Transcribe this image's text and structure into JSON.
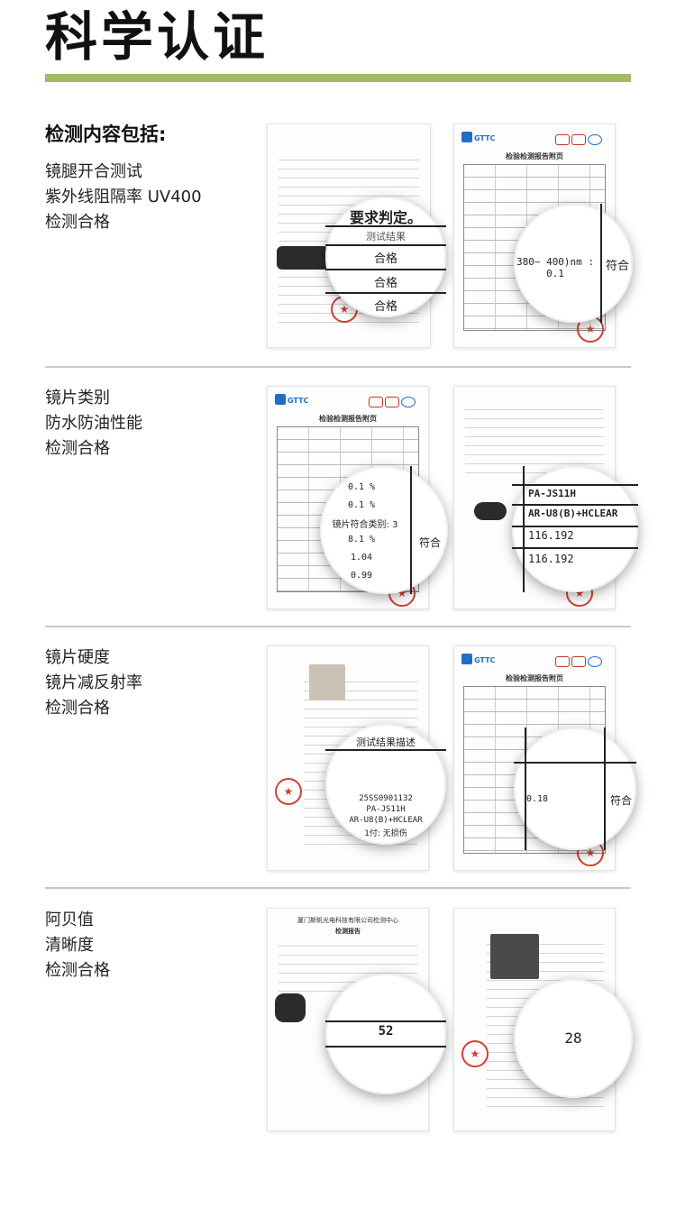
{
  "page": {
    "title": "科学认证",
    "accent": "#a4b86a"
  },
  "sections": [
    {
      "heading": "检测内容包括:",
      "lines": [
        "镜腿开合测试",
        "紫外线阻隔率 UV400",
        "检测合格"
      ]
    },
    {
      "heading": "",
      "lines": [
        "镜片类别",
        "防水防油性能",
        "检测合格"
      ]
    },
    {
      "heading": "",
      "lines": [
        "镜片硬度",
        "镜片减反射率",
        "检测合格"
      ]
    },
    {
      "heading": "",
      "lines": [
        "阿贝值",
        "清晰度",
        "检测合格"
      ]
    }
  ],
  "docs": {
    "gttc_title": "检验检测报告附页",
    "xm_title": "检测报告",
    "xm_org": "厦门斯帆光电科技有限公司检测中心",
    "brand": "GTTC"
  },
  "magnifiers": {
    "m1": {
      "head": "要求判定。",
      "col": "测试结果",
      "r1": "合格",
      "r2": "合格",
      "r3": "合格"
    },
    "m2": {
      "val": "380~ 400)nm : 0.1",
      "verdict": "符合"
    },
    "m3": {
      "a": "0.1 %",
      "b": "0.1 %",
      "c": "镜片符合类别: 3",
      "d": "8.1 %",
      "e": "1.04",
      "f": "0.99",
      "verdict": "符合"
    },
    "m4": {
      "a": "PA-JS11H",
      "b": "AR-U8(B)+HCLEAR",
      "c": "116.192",
      "d": "116.192"
    },
    "m5": {
      "head": "测试结果描述",
      "a": "25SS0901132",
      "b": "PA-JS11H",
      "c": "AR-U8(B)+HCLEAR",
      "d": "1付: 无损伤"
    },
    "m6": {
      "val": "0.18",
      "verdict": "符合"
    },
    "m7": {
      "val": "52"
    },
    "m8": {
      "val": "28"
    }
  }
}
